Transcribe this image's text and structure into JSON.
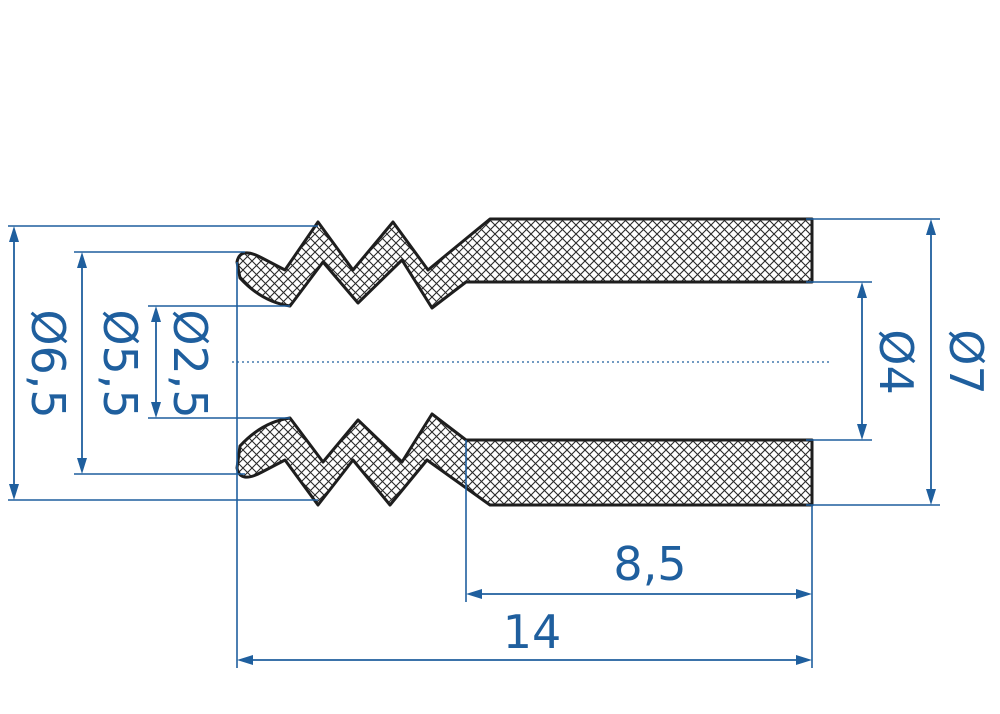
{
  "diagram": {
    "colors": {
      "dimension": "#1f5f9e",
      "outline": "#1e1e1e",
      "background": "#ffffff"
    },
    "dimensions": {
      "overall_length": "14",
      "bore_length": "8,5",
      "outer_diameter_right": "Ø7",
      "bore_diameter": "Ø4",
      "outer_diameter_left": "Ø6,5",
      "bellows_diameter": "Ø5,5",
      "inner_diameter_left": "Ø2,5"
    }
  }
}
